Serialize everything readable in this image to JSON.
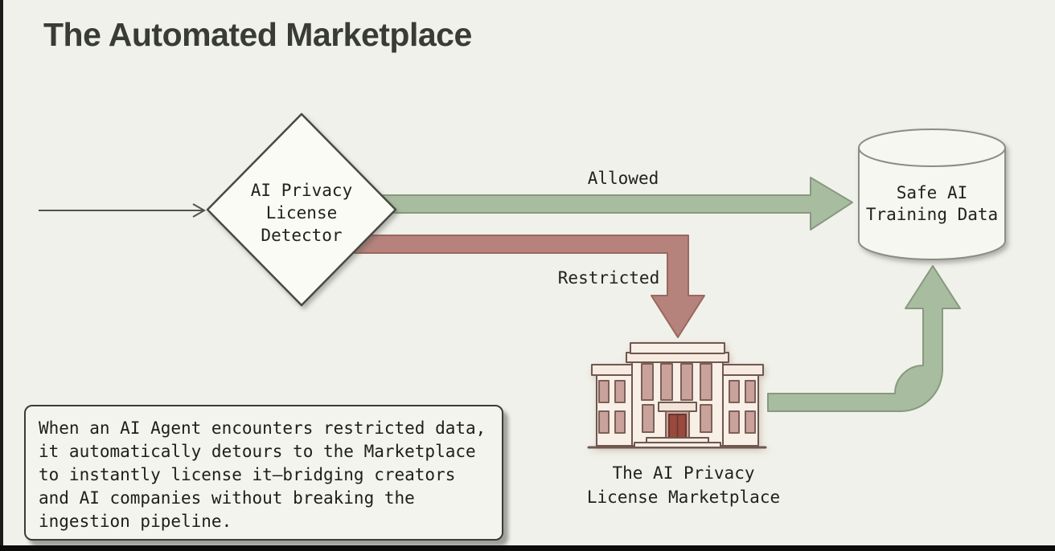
{
  "title": "The Automated Marketplace",
  "flow": {
    "detector": {
      "lines": [
        "AI Privacy",
        "License",
        "Detector"
      ]
    },
    "allowed_label": "Allowed",
    "restricted_label": "Restricted",
    "database": {
      "lines": [
        "Safe AI",
        "Training Data"
      ]
    },
    "marketplace": {
      "lines": [
        "The AI Privacy",
        "License Marketplace"
      ]
    }
  },
  "infobox": {
    "lines": [
      "When an AI Agent encounters restricted data,",
      "it automatically detours to the Marketplace",
      "to instantly license it—bridging creators",
      "and AI companies without breaking the",
      "ingestion pipeline."
    ]
  },
  "icons": {
    "database": "database-cylinder-icon",
    "marketplace": "marketplace-building-icon"
  },
  "colors": {
    "background": "#f0f1ea",
    "allowed_green": "#a8bda0",
    "allowed_green_border": "#87997f",
    "restricted_red": "#b5837c",
    "restricted_red_border": "#9a675f",
    "shape_fill": "#fbfbf5",
    "building_wall": "#f8efe7",
    "building_window": "#c9a29c",
    "building_door": "#9a4a3e",
    "title_text": "#393c35",
    "mono_text": "#22221e"
  }
}
